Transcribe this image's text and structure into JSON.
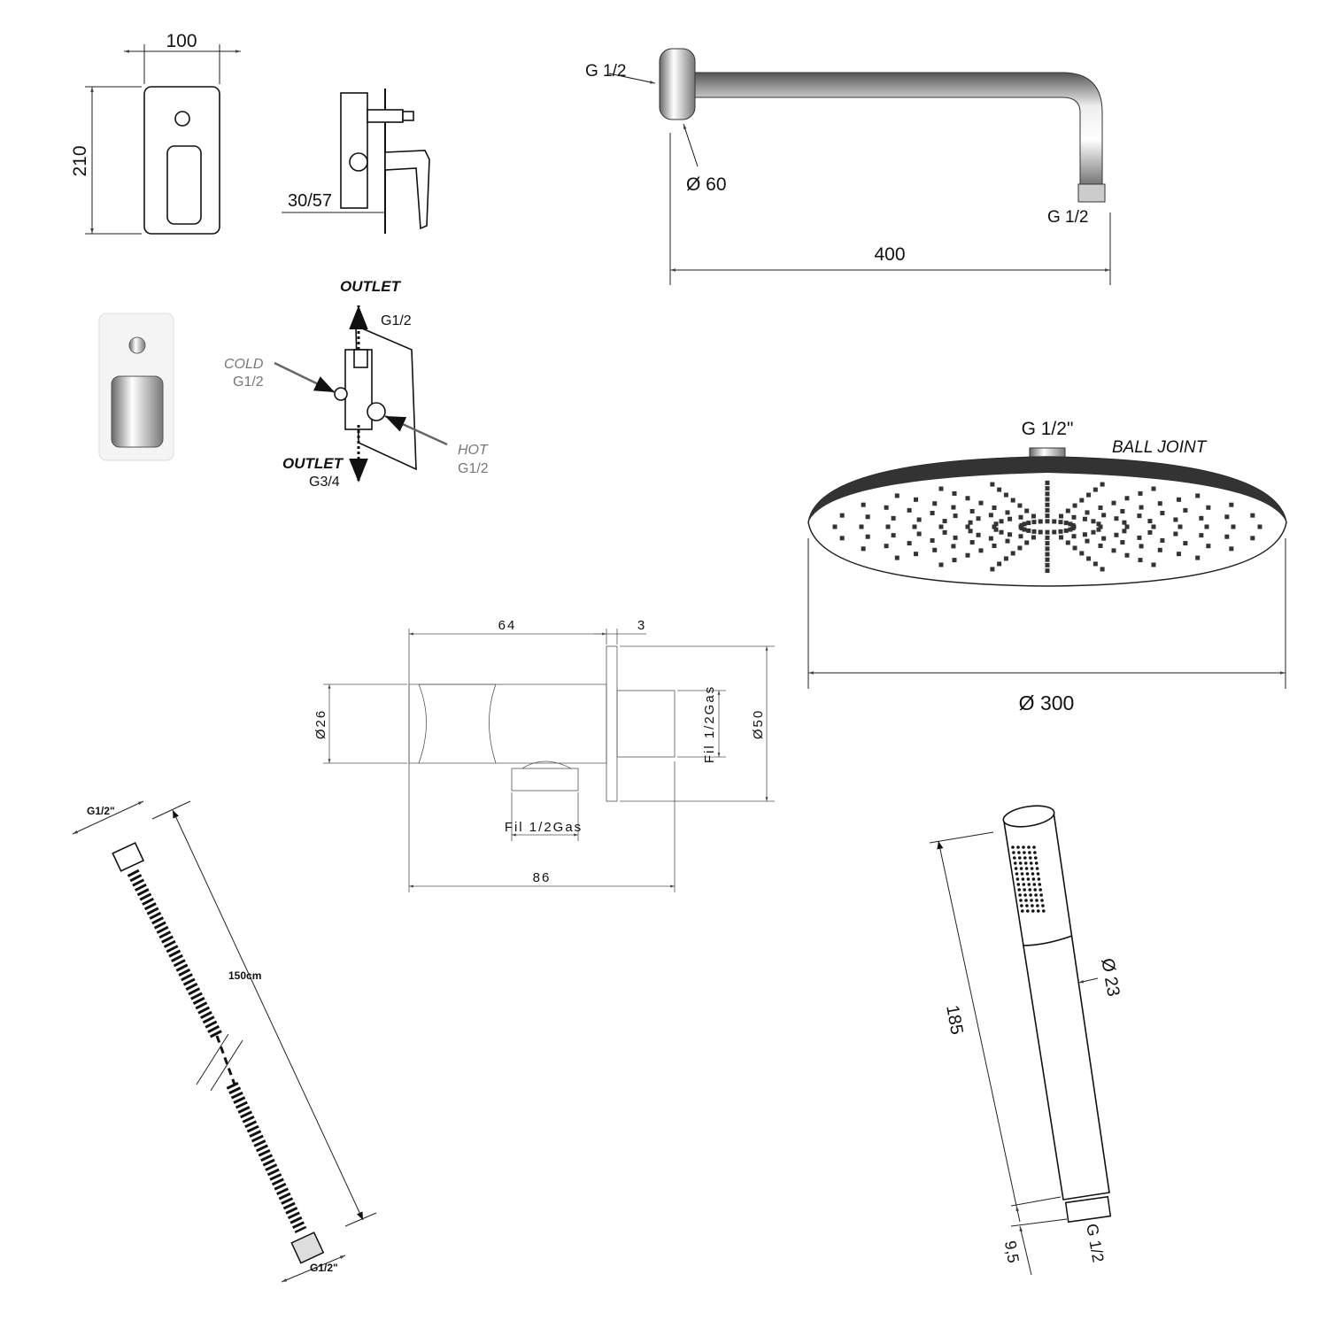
{
  "mixer_plate": {
    "width": "100",
    "height": "210",
    "depth": "30/57"
  },
  "valve_diagram": {
    "outlet_top": "OUTLET",
    "outlet_top_thread": "G1/2",
    "cold": "COLD",
    "cold_thread": "G1/2",
    "hot": "HOT",
    "hot_thread": "G1/2",
    "outlet_bottom": "OUTLET",
    "outlet_bottom_thread": "G3/4"
  },
  "shower_arm": {
    "inlet_thread": "G 1/2",
    "flange_diameter": "Ø 60",
    "outlet_thread": "G 1/2",
    "length": "400"
  },
  "shower_head": {
    "thread": "G 1/2\"",
    "joint": "BALL JOINT",
    "diameter": "Ø 300"
  },
  "wall_outlet": {
    "length_top": "64",
    "flange": "3",
    "body_diameter": "Ø26",
    "thread_side": "Fil 1/2Gas",
    "flange_diameter": "Ø50",
    "thread_bottom": "Fil 1/2Gas",
    "total_length": "86"
  },
  "hose": {
    "thread_top": "G1/2\"",
    "length": "150cm",
    "thread_bottom": "G1/2\""
  },
  "hand_shower": {
    "length": "185",
    "diameter": "Ø 23",
    "thread_length": "9,5",
    "thread": "G 1/2"
  }
}
